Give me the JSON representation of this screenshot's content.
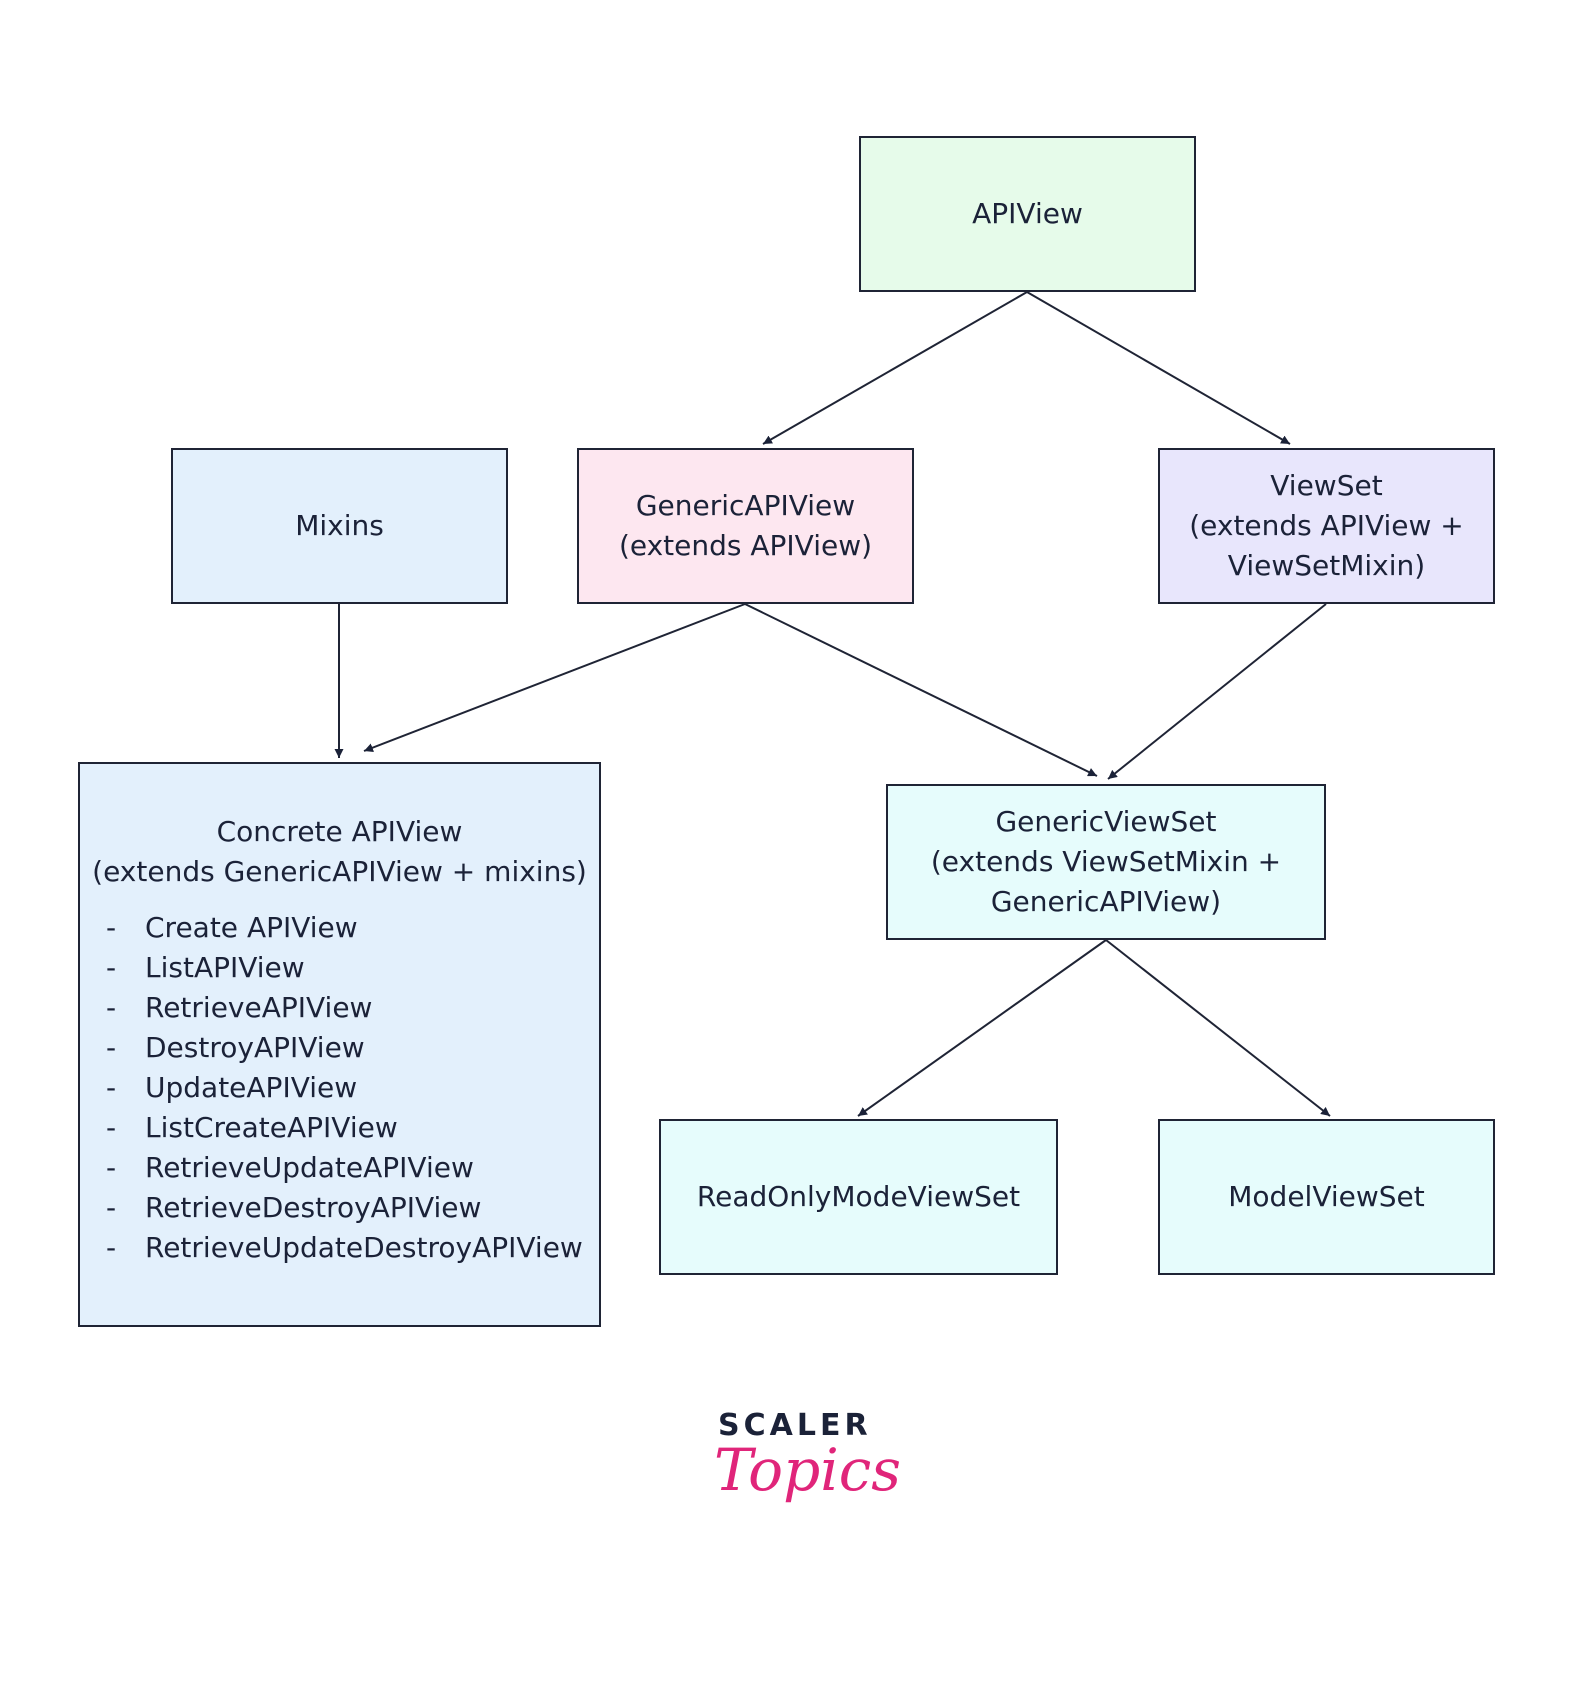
{
  "nodes": {
    "apiview": {
      "label": "APIView",
      "fill": "#e6fbea"
    },
    "mixins": {
      "label": "Mixins",
      "fill": "#e3f0fc"
    },
    "genericapiview": {
      "label": "GenericAPIView\n(extends APIView)",
      "fill": "#fde7f0"
    },
    "viewset": {
      "label": "ViewSet\n(extends APIView +\nViewSetMixin)",
      "fill": "#e8e6fc"
    },
    "concrete": {
      "title": "Concrete APIView\n(extends GenericAPIView + mixins)",
      "fill": "#e3f0fc",
      "list_marker": "-",
      "items": [
        "Create APIView",
        "ListAPIView",
        "RetrieveAPIView",
        "DestroyAPIView",
        "UpdateAPIView",
        "ListCreateAPIView",
        "RetrieveUpdateAPIView",
        "RetrieveDestroyAPIView",
        "RetrieveUpdateDestroyAPIView"
      ]
    },
    "genericviewset": {
      "label": "GenericViewSet\n(extends ViewSetMixin +\nGenericAPIView)",
      "fill": "#e6fcfc"
    },
    "readonly": {
      "label": "ReadOnlyModeViewSet",
      "fill": "#e6fcfc"
    },
    "modelviewset": {
      "label": "ModelViewSet",
      "fill": "#e6fcfc"
    }
  },
  "edges": [
    {
      "from": "apiview",
      "to": "genericapiview"
    },
    {
      "from": "apiview",
      "to": "viewset"
    },
    {
      "from": "mixins",
      "to": "concrete"
    },
    {
      "from": "genericapiview",
      "to": "concrete"
    },
    {
      "from": "genericapiview",
      "to": "genericviewset"
    },
    {
      "from": "viewset",
      "to": "genericviewset"
    },
    {
      "from": "genericviewset",
      "to": "readonly"
    },
    {
      "from": "genericviewset",
      "to": "modelviewset"
    }
  ],
  "colors": {
    "stroke": "#1f2435",
    "logo_dark": "#1b2238",
    "logo_accent": "#e0257a"
  },
  "logo": {
    "line1": "SCALER",
    "line2": "Topics"
  }
}
